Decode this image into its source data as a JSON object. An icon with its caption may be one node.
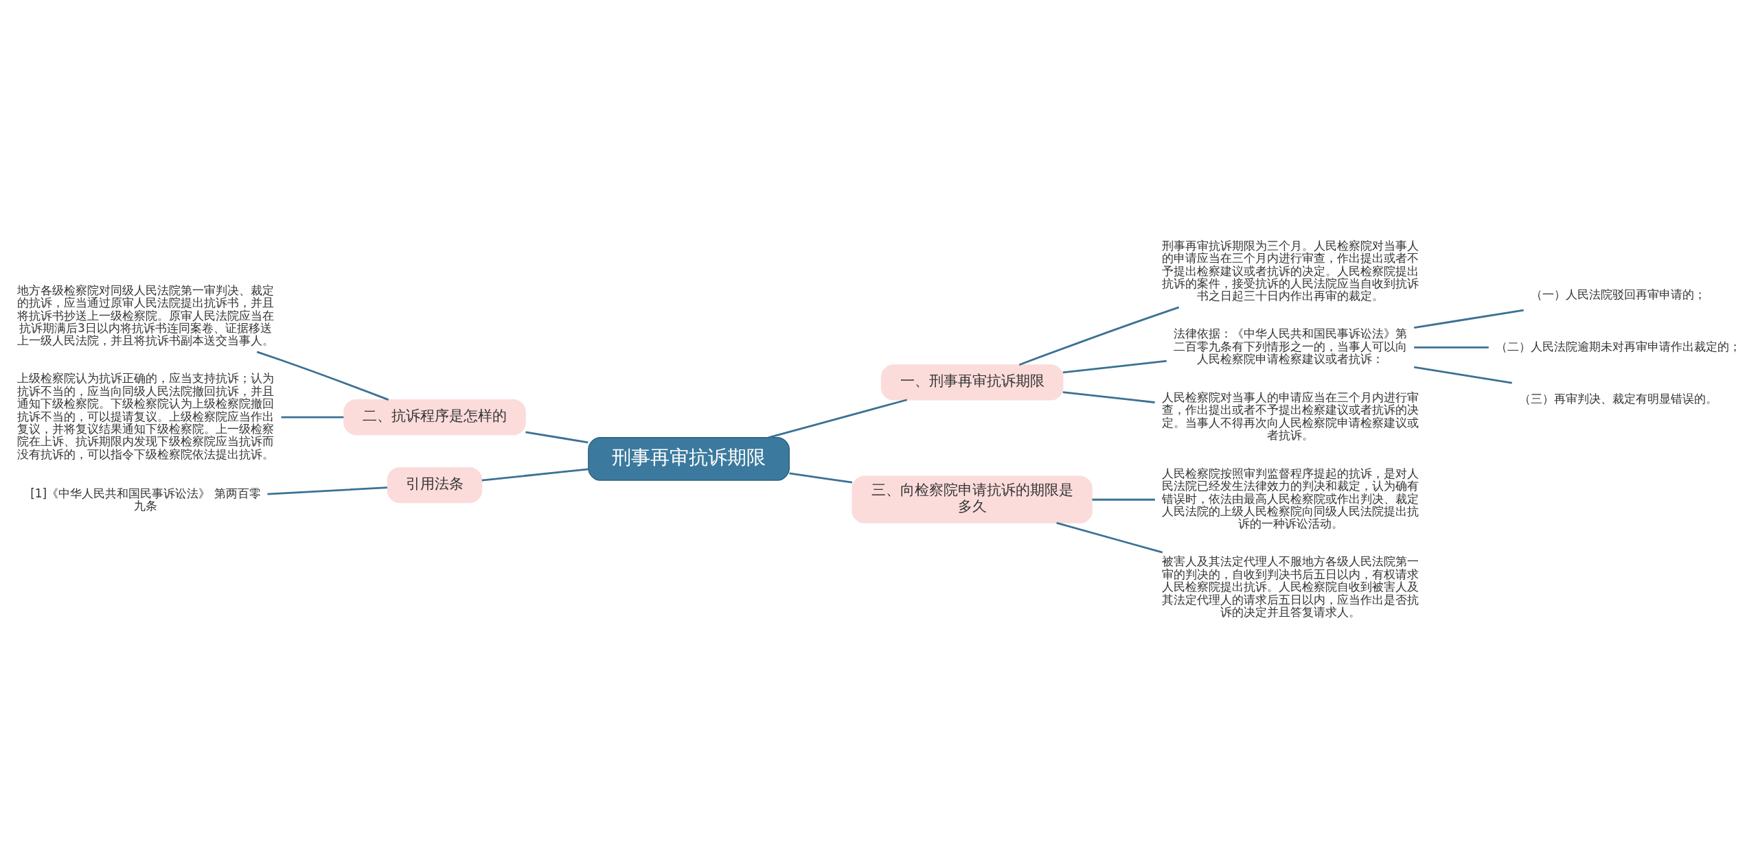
{
  "diagram": {
    "nodes": [
      {
        "text": [
          "刑事再审抗诉期限"
        ]
      },
      {
        "text": [
          "一、刑事再审抗诉期限"
        ]
      },
      {
        "text": [
          "刑事再审抗诉期限为三个月。人民检察院对当事人的申请应当在三个月内进行审查，作出提出或者不予提出检察建议或者抗诉的决定。人民检察院提出抗诉的案件，接受抗诉的人民法院应当自收到抗诉书之日起三十日内作出再审的裁定。"
        ]
      },
      {
        "text": [
          "法律依据：《中华人民共和国民事诉讼法》第二百零九条有下列情形之一的，当事人可以向人民检察院申请检察建议或者抗诉："
        ]
      },
      {
        "text": [
          "（一）人民法院驳回再审申请的；"
        ]
      },
      {
        "text": [
          "（二）人民法院逾期未对再审申请作出裁定的；"
        ]
      },
      {
        "text": [
          "（三）再审判决、裁定有明显错误的。"
        ]
      },
      {
        "text": [
          "人民检察院对当事人的申请应当在三个月内进行审查，作出提出或者不予提出检察建议或者抗诉的决定。当事人不得再次向人民检察院申请检察建议或者抗诉。"
        ]
      },
      {
        "text": [
          "二、抗诉程序是怎样的"
        ]
      },
      {
        "text": [
          "地方各级检察院对同级人民法院第一审判决、裁定的抗诉，应当通过原审人民法院提出抗诉书，并且将抗诉书抄送上一级检察院。原审人民法院应当在抗诉期满后3日以内将抗诉书连同案卷、证据移送上一级人民法院，并且将抗诉书副本送交当事人。"
        ]
      },
      {
        "text": [
          "上级检察院认为抗诉正确的，应当支持抗诉；认为抗诉不当的，应当向同级人民法院撤回抗诉，并且通知下级检察院。下级检察院认为上级检察院撤回抗诉不当的，可以提请复议。上级检察院应当作出复议，并将复议结果通知下级检察院。上一级检察院在上诉、抗诉期限内发现下级检察院应当抗诉而没有抗诉的，可以指令下级检察院依法提出抗诉。"
        ]
      },
      {
        "text": [
          "引用法条"
        ]
      },
      {
        "text": [
          "[1]《中华人民共和国民事诉讼法》 第两百零九条"
        ]
      },
      {
        "text": [
          "三、向检察院申请抗诉的期限是多久"
        ]
      },
      {
        "text": [
          "人民检察院按照审判监督程序提起的抗诉，是对人民法院已经发生法律效力的判决和裁定，认为确有错误时，依法由最高人民检察院或作出判决、裁定人民法院的上级人民检察院向同级人民法院提出抗诉的一种诉讼活动。"
        ]
      },
      {
        "text": [
          "被害人及其法定代理人不服地方各级人民法院第一审的判决的，自收到判决书后五日以内，有权请求人民检察院提出抗诉。人民检察院自收到被害人及其法定代理人的请求后五日以内，应当作出是否抗诉的决定并且答复请求人。"
        ]
      }
    ],
    "edges": [
      {
        "from": 0,
        "to": 1,
        "arrow": "none"
      },
      {
        "from": 1,
        "to": 2,
        "arrow": "none"
      },
      {
        "from": 1,
        "to": 3,
        "arrow": "none"
      },
      {
        "from": 3,
        "to": 4,
        "arrow": "none"
      },
      {
        "from": 3,
        "to": 5,
        "arrow": "none"
      },
      {
        "from": 3,
        "to": 6,
        "arrow": "none"
      },
      {
        "from": 1,
        "to": 7,
        "arrow": "none"
      },
      {
        "from": 9,
        "to": 8,
        "arrow": "none"
      },
      {
        "from": 10,
        "to": 8,
        "arrow": "none"
      },
      {
        "from": 8,
        "to": 0,
        "arrow": "none"
      },
      {
        "from": 12,
        "to": 11,
        "arrow": "none"
      },
      {
        "from": 11,
        "to": 0,
        "arrow": "none"
      },
      {
        "from": 0,
        "to": 13,
        "arrow": "none"
      },
      {
        "from": 13,
        "to": 14,
        "arrow": "none"
      },
      {
        "from": 13,
        "to": 15,
        "arrow": "none"
      }
    ]
  }
}
